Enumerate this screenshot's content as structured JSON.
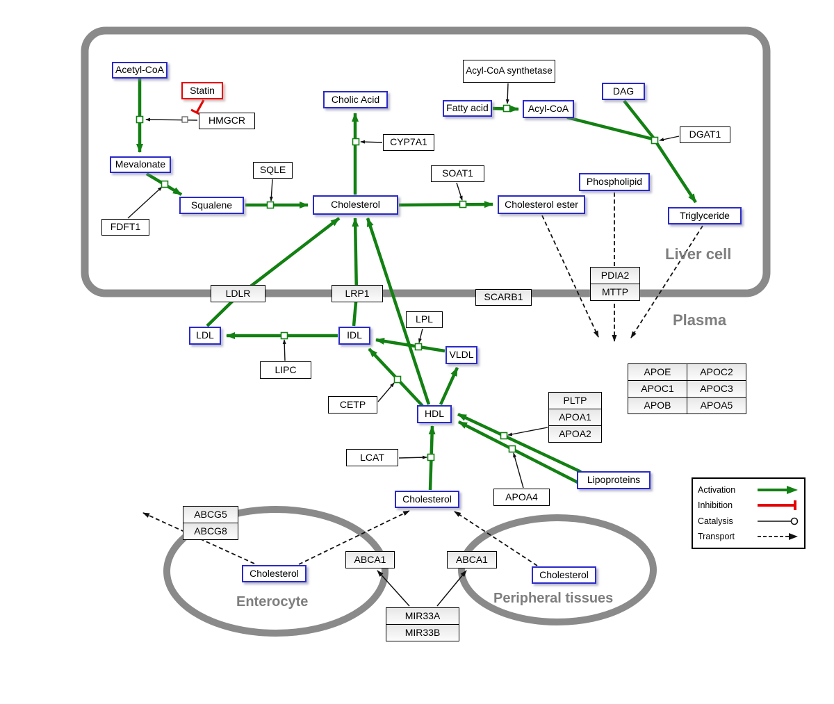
{
  "regions": {
    "liver": "Liver cell",
    "plasma": "Plasma",
    "enterocyte": "Enterocyte",
    "peripheral": "Peripheral tissues"
  },
  "nodes": {
    "acetyl_coa": "Acetyl-CoA",
    "statin": "Statin",
    "hmgcr": "HMGCR",
    "mevalonate": "Mevalonate",
    "fdft1": "FDFT1",
    "squalene": "Squalene",
    "sqle": "SQLE",
    "cholic_acid": "Cholic Acid",
    "cyp7a1": "CYP7A1",
    "cholesterol_liver": "Cholesterol",
    "soat1": "SOAT1",
    "cholesterol_ester": "Cholesterol ester",
    "acyl_coa_synthetase": "Acyl-CoA synthetase",
    "fatty_acid": "Fatty acid",
    "acyl_coa": "Acyl-CoA",
    "dag": "DAG",
    "dgat1": "DGAT1",
    "phospholipid": "Phospholipid",
    "triglyceride": "Triglyceride",
    "ldlr": "LDLR",
    "lrp1": "LRP1",
    "scarb1": "SCARB1",
    "pdia2": "PDIA2",
    "mttp": "MTTP",
    "ldl": "LDL",
    "idl": "IDL",
    "lipc": "LIPC",
    "lpl": "LPL",
    "vldl": "VLDL",
    "cetp": "CETP",
    "hdl": "HDL",
    "pltp": "PLTP",
    "apoa1": "APOA1",
    "apoa2": "APOA2",
    "lcat": "LCAT",
    "apoa4": "APOA4",
    "lipoproteins": "Lipoproteins",
    "cholesterol_plasma": "Cholesterol",
    "abcg5": "ABCG5",
    "abcg8": "ABCG8",
    "cholesterol_enterocyte": "Cholesterol",
    "abca1_left": "ABCA1",
    "abca1_right": "ABCA1",
    "cholesterol_peripheral": "Cholesterol",
    "mir33a": "MIR33A",
    "mir33b": "MIR33B"
  },
  "apo_table": [
    [
      "APOE",
      "APOC2"
    ],
    [
      "APOC1",
      "APOC3"
    ],
    [
      "APOB",
      "APOA5"
    ]
  ],
  "legend": {
    "activation": "Activation",
    "inhibition": "Inhibition",
    "catalysis": "Catalysis",
    "transport": "Transport"
  },
  "colors": {
    "activation_green": "#128012",
    "inhibition_red": "#e60000",
    "metabolite_border_blue": "#2a2ac8",
    "membrane_gray": "#8a8a8a"
  }
}
